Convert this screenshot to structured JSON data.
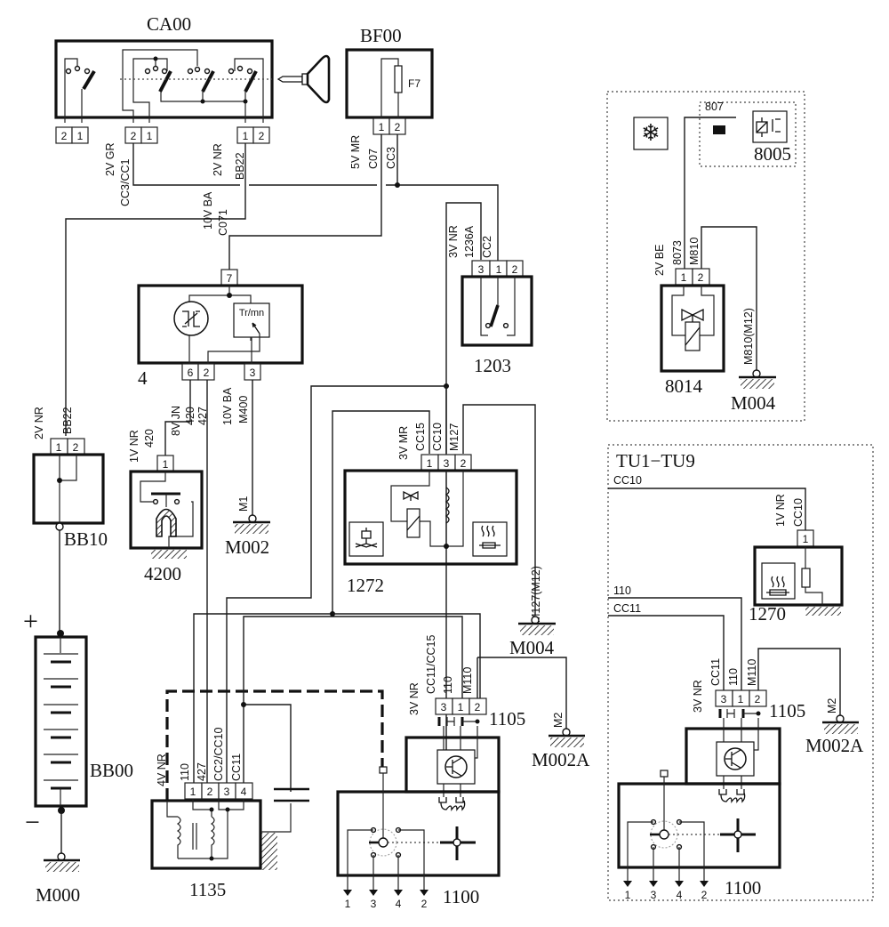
{
  "diagram": {
    "type": "automotive wiring diagram",
    "components": {
      "CA00": {
        "label": "CA00",
        "pins_left": [
          "2",
          "1"
        ],
        "pins_mid": [
          "2",
          "1"
        ],
        "pins_right": [
          "1",
          "2"
        ]
      },
      "BF00": {
        "label": "BF00",
        "fuse": "F7",
        "pins": [
          "1",
          "2"
        ]
      },
      "C4": {
        "label": "4",
        "pin_top": "7",
        "pins_bottom": [
          "6",
          "2",
          "3"
        ],
        "gauge": "Tr/mn"
      },
      "C1203": {
        "label": "1203",
        "pins": [
          "3",
          "1",
          "2"
        ]
      },
      "C4200": {
        "label": "4200",
        "pins": [
          "1"
        ]
      },
      "M002": {
        "label": "M002"
      },
      "C1272": {
        "label": "1272",
        "pins": [
          "1",
          "3",
          "2"
        ]
      },
      "M004_a": {
        "label": "M004"
      },
      "BB10": {
        "label": "BB10",
        "pins": [
          "1",
          "2"
        ]
      },
      "BB00": {
        "label": "BB00",
        "plus": "+",
        "minus": "−"
      },
      "M000": {
        "label": "M000"
      },
      "C1135": {
        "label": "1135",
        "pins": [
          "1",
          "2",
          "3",
          "4"
        ]
      },
      "C1105_a": {
        "label": "1105",
        "pins": [
          "3",
          "1",
          "2"
        ]
      },
      "M002A_a": {
        "label": "M002A"
      },
      "C1100_a": {
        "label": "1100",
        "outputs": [
          "1",
          "3",
          "4",
          "2"
        ]
      },
      "C8005": {
        "label": "8005",
        "wire": "807"
      },
      "C8014": {
        "label": "8014",
        "pins": [
          "1",
          "2"
        ]
      },
      "M004_b": {
        "label": "M004"
      },
      "TU_box_title": "TU1−TU9",
      "C1270": {
        "label": "1270",
        "pins": [
          "1"
        ]
      },
      "C1105_b": {
        "label": "1105",
        "pins": [
          "3",
          "1",
          "2"
        ]
      },
      "M002A_b": {
        "label": "M002A"
      },
      "C1100_b": {
        "label": "1100",
        "outputs": [
          "1",
          "3",
          "4",
          "2"
        ]
      }
    },
    "wire_labels": {
      "ca00_mid": [
        "2V  GR",
        "CC3/CC1"
      ],
      "ca00_right": [
        "2V  NR",
        "BB22"
      ],
      "bf00": [
        "5V  MR",
        "C07",
        "CC3"
      ],
      "c4_top": [
        "10V  BA",
        "C071"
      ],
      "c1203": [
        "3V  NR",
        "1236A",
        "CC2"
      ],
      "c4_bottom_left": [
        "8V  JN",
        "420",
        "427"
      ],
      "c4_bottom_right": [
        "10V  BA",
        "M400"
      ],
      "m1": "M1",
      "c4200": [
        "1V  NR",
        "420"
      ],
      "bb10": [
        "2V  NR",
        "BB22"
      ],
      "c1272": [
        "3V  MR",
        "CC15",
        "CC10",
        "M127"
      ],
      "m127": "M127(M12)",
      "c1105_a": [
        "3V  NR",
        "CC11/CC15",
        "110",
        "M110"
      ],
      "m2_a": "M2",
      "c1135": [
        "4V  NR",
        "110",
        "427",
        "CC2/CC10",
        "CC11"
      ],
      "c8014": [
        "2V  BE",
        "8073",
        "M810"
      ],
      "m810": "M810(M12)",
      "tu_cc10": "CC10",
      "c1270": [
        "1V  NR",
        "CC10"
      ],
      "tu_110": "110",
      "tu_cc11": "CC11",
      "c1105_b": [
        "3V  NR",
        "CC11",
        "110",
        "M110"
      ],
      "m2_b": "M2"
    }
  }
}
